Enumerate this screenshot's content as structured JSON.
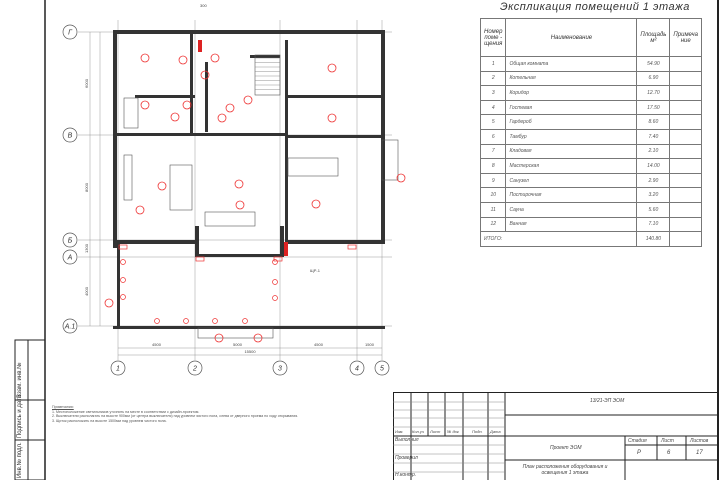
{
  "explication": {
    "title": "Экспликация помещений 1 этажа",
    "headers": {
      "number": "Номер поме - щения",
      "name": "Наименование",
      "area": "Площадь м²",
      "note": "Примеча ние"
    },
    "rows": [
      {
        "n": "1",
        "name": "Общая комната",
        "area": "54.90"
      },
      {
        "n": "2",
        "name": "Котельная",
        "area": "6.90"
      },
      {
        "n": "3",
        "name": "Коридор",
        "area": "12.70"
      },
      {
        "n": "4",
        "name": "Гостевая",
        "area": "17.50"
      },
      {
        "n": "5",
        "name": "Гардероб",
        "area": "8.60"
      },
      {
        "n": "6",
        "name": "Тамбур",
        "area": "7.40"
      },
      {
        "n": "7",
        "name": "Кладовая",
        "area": "2.10"
      },
      {
        "n": "8",
        "name": "Мастерская",
        "area": "14.00"
      },
      {
        "n": "9",
        "name": "Санузел",
        "area": "2.90"
      },
      {
        "n": "10",
        "name": "Постирочная",
        "area": "3.20"
      },
      {
        "n": "11",
        "name": "Сауна",
        "area": "5.60"
      },
      {
        "n": "12",
        "name": "Ванная",
        "area": "7.10"
      }
    ],
    "total_label": "ИТОГО:",
    "total_area": "140.80"
  },
  "plan": {
    "axes_rows": [
      "Г",
      "В",
      "Б",
      "А",
      "А.1"
    ],
    "axes_cols": [
      "1",
      "2",
      "3",
      "4",
      "5"
    ],
    "dims_bottom": [
      "4500",
      "5000",
      "4500",
      "1500"
    ],
    "dims_total": "15500",
    "dims_left": [
      "6000",
      "8000",
      "1300",
      "4000"
    ],
    "shield_label": "ЩР-1",
    "top_dim": "300"
  },
  "notes": {
    "title": "Примечания:",
    "items": [
      "1. Местоположение светильников уточнить на месте в соответствии с дизайн-проектом.",
      "2. Выключатели располагать на высоте 900мм (от центра выключателя) над уровнем чистого пола, слева от дверного проема по ходу открывания.",
      "3. Щиток расположить на высоте 1500мм над уровнем чистого пола."
    ]
  },
  "stamp": {
    "side": [
      "Инв.№ подл.",
      "Подпись и дата",
      "Взам. инв.№"
    ],
    "code": "13/21-ЭП ЭОМ",
    "cols": [
      "Изм.",
      "Кол.уч",
      "Лист",
      "№ док",
      "Подп.",
      "Дата"
    ],
    "roles": [
      "Выполнил",
      "Проверил",
      "Н.контр."
    ],
    "project": "Проект ЭОМ",
    "sheet_title": "План расположения оборудования и освещения 1 этажа",
    "stage_label": "Стадия",
    "sheet_label": "Лист",
    "sheets_label": "Листов",
    "stage": "Р",
    "sheet": "6",
    "sheets": "17"
  }
}
